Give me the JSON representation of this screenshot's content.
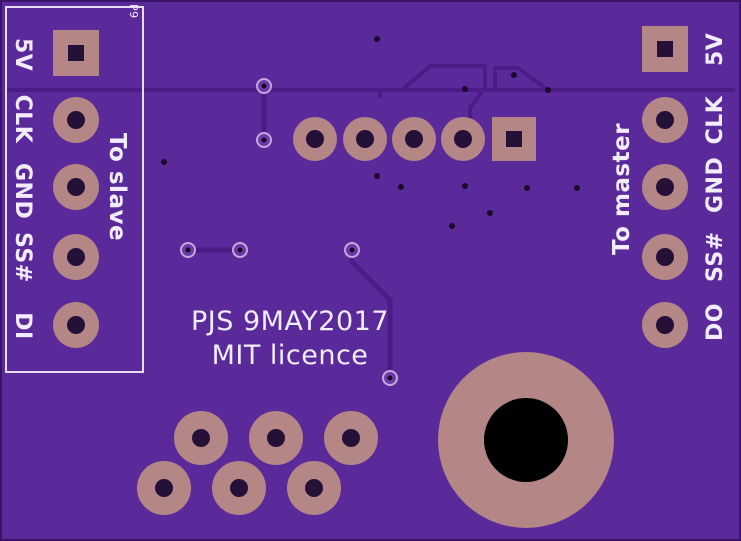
{
  "board": {
    "background_color": "#5a2a9a",
    "trace_color": "#4b1c86",
    "pad_color": "#b48686",
    "silkscreen_color": "#f2ecff",
    "credit_line1": "PJS 9MAY2017",
    "credit_line2": "MIT licence",
    "footprint_ref": "P9"
  },
  "left_header": {
    "caption": "To slave",
    "pins": [
      "5V",
      "CLK",
      "GND",
      "SS#",
      "DI"
    ]
  },
  "right_header": {
    "caption": "To master",
    "pins": [
      "5V",
      "CLK",
      "GND",
      "SS#",
      "DO"
    ]
  }
}
